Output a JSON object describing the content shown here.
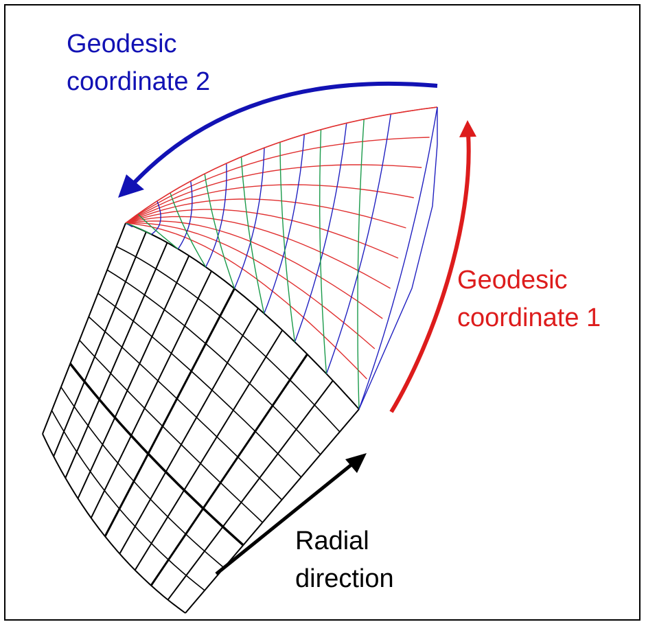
{
  "labels": {
    "geodesic2_line1": "Geodesic",
    "geodesic2_line2": "coordinate 2",
    "geodesic1_line1": "Geodesic",
    "geodesic1_line2": "coordinate 1",
    "radial_line1": "Radial",
    "radial_line2": "direction"
  },
  "colors": {
    "geodesic2": "#1212b4",
    "geodesic1": "#dd1c1c",
    "radial": "#000000",
    "grid_red": "#e03030",
    "grid_blue": "#2020c0",
    "grid_green": "#1a9a4a",
    "grid_black": "#000000"
  }
}
